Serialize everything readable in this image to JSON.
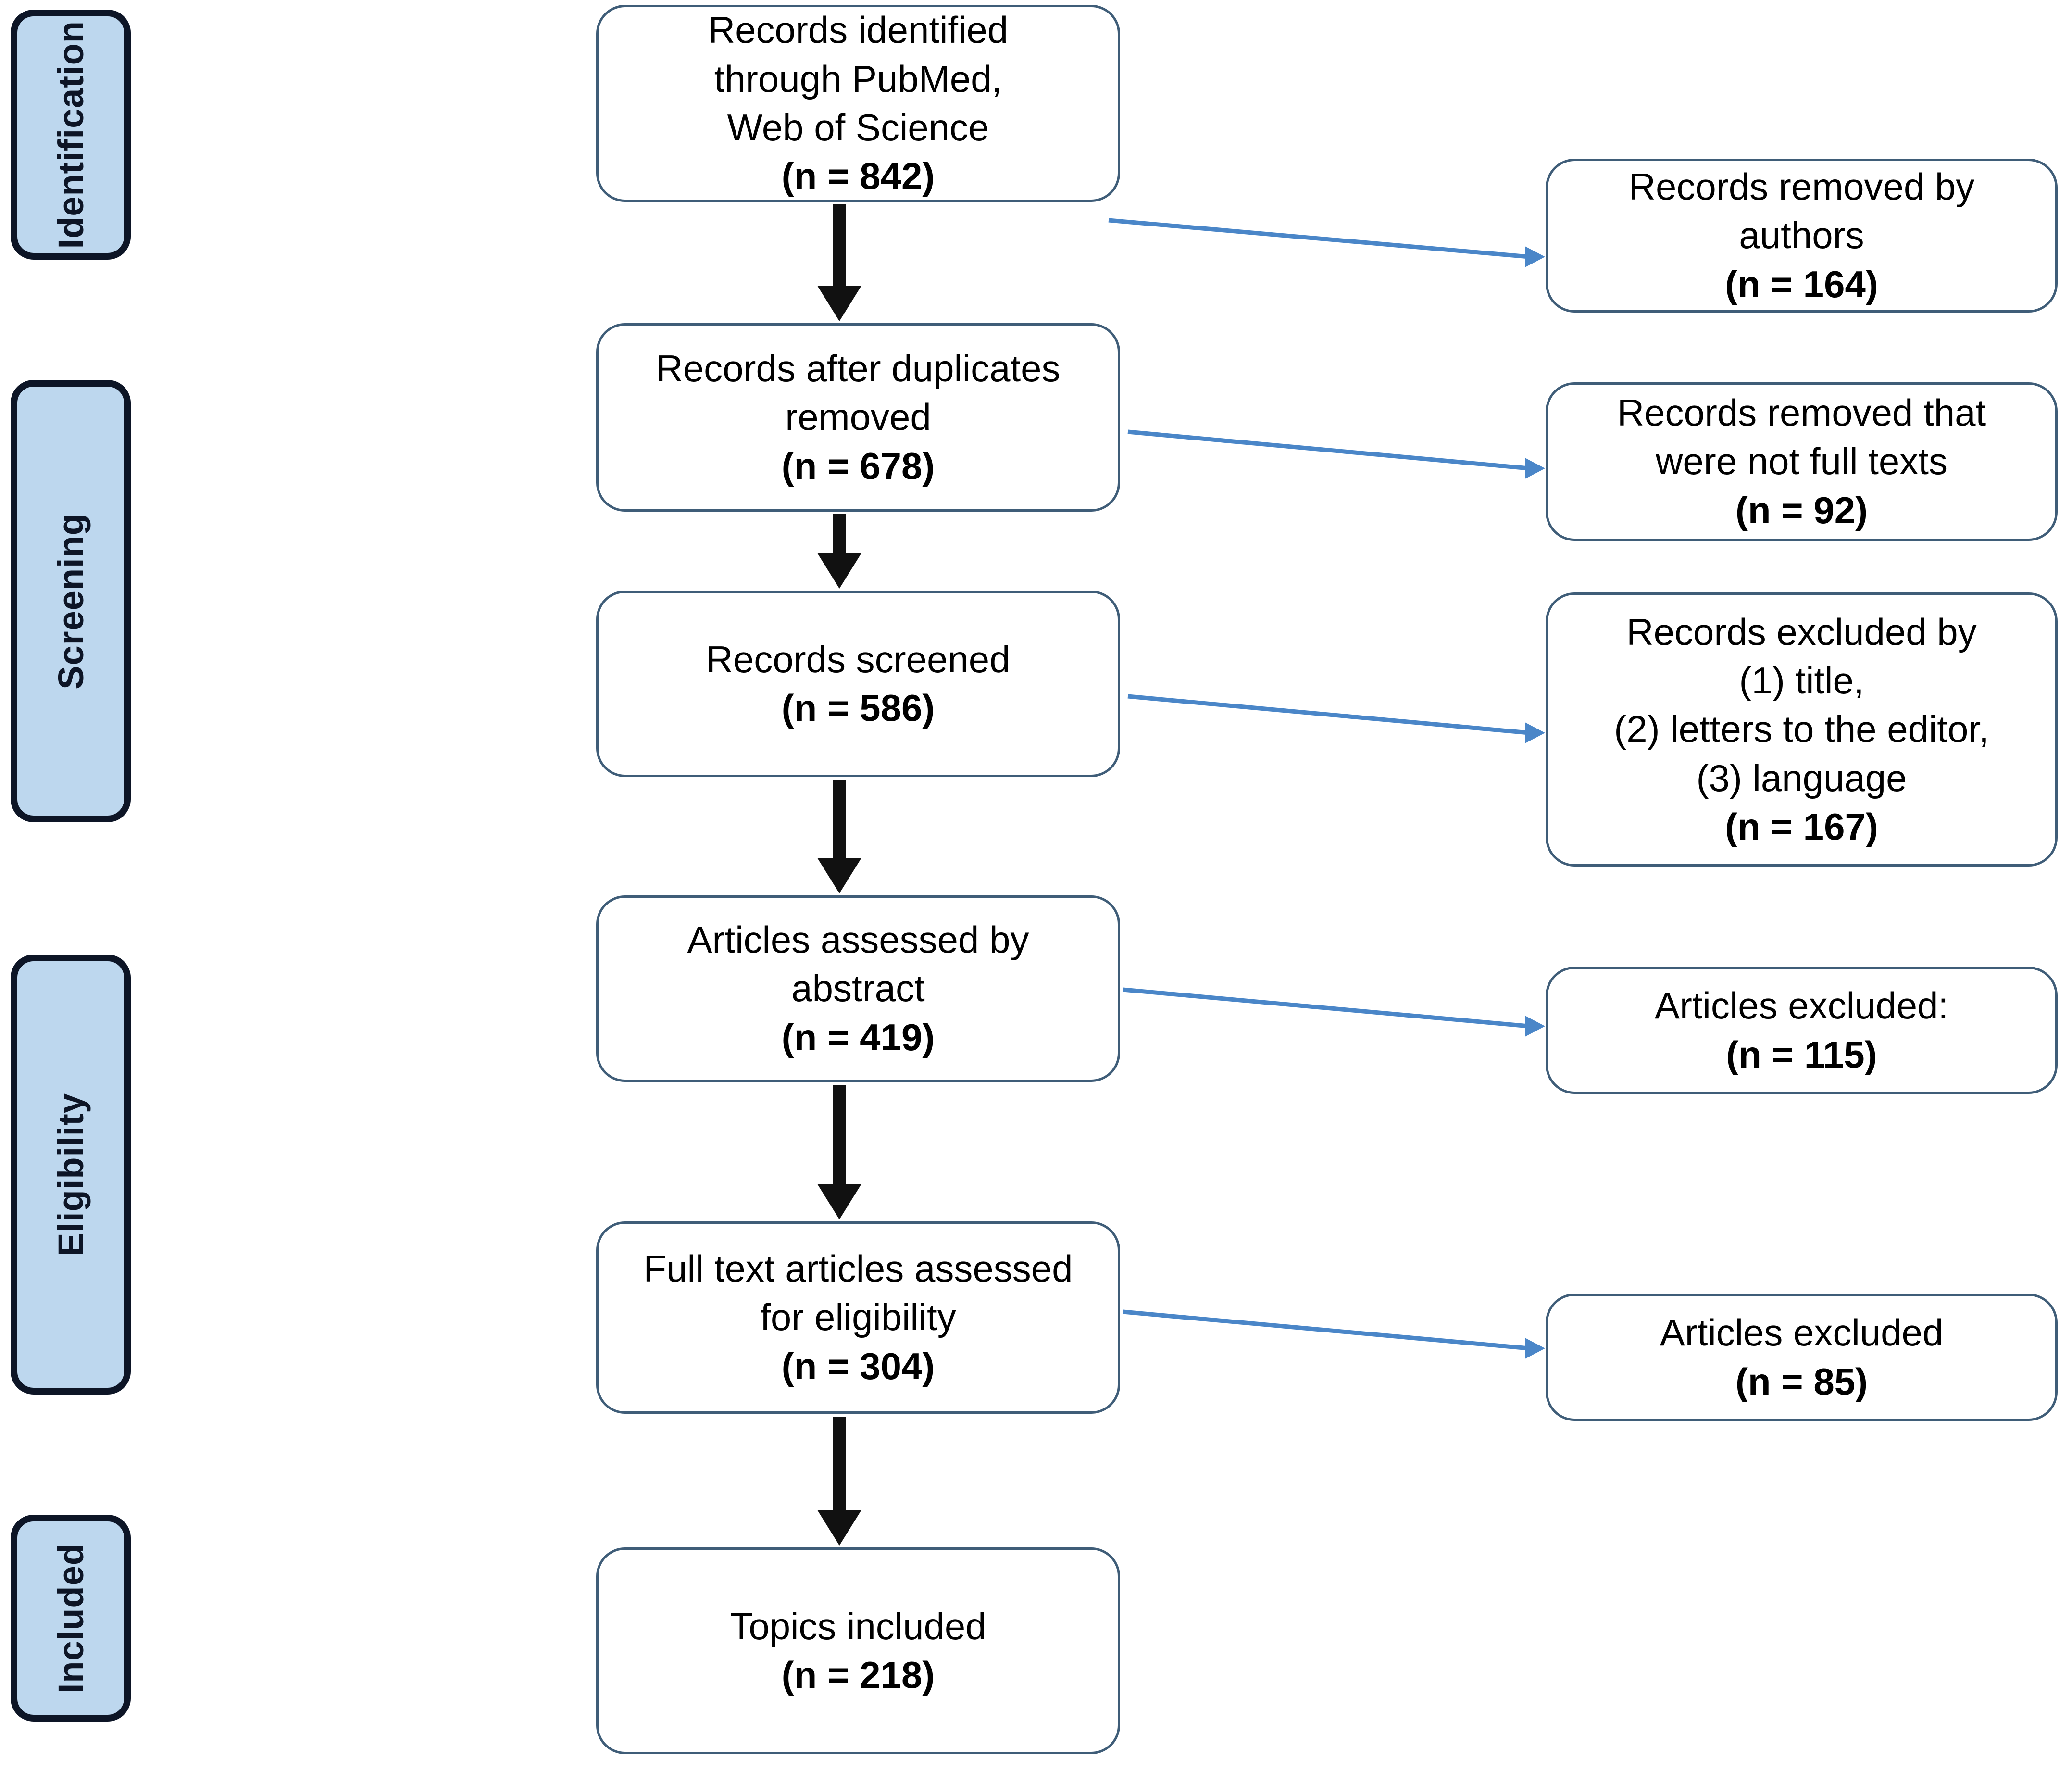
{
  "diagram": {
    "type": "prisma-flow-diagram",
    "title": "PRISMA study selection flow diagram"
  },
  "colors": {
    "stage_fill": "#bdd7ee",
    "stage_border": "#0d1526",
    "node_border": "#3f5d78",
    "node_fill": "#ffffff",
    "vertical_arrow": "#111111",
    "diagonal_arrow": "#4a86c8",
    "background": "#ffffff"
  },
  "stages": [
    {
      "id": "identification",
      "label": "Identification"
    },
    {
      "id": "screening",
      "label": "Screening"
    },
    {
      "id": "eligibility",
      "label": "Eligibility"
    },
    {
      "id": "included",
      "label": "Included"
    }
  ],
  "flow_nodes": [
    {
      "id": "records-identified",
      "lines": [
        "Records identified",
        "through PubMed,",
        "Web of Science"
      ],
      "count": "(n = 842)"
    },
    {
      "id": "records-after-duplicates",
      "lines": [
        "Records after duplicates",
        "removed"
      ],
      "count": "(n = 678)"
    },
    {
      "id": "records-screened",
      "lines": [
        "Records screened"
      ],
      "count": "(n = 586)"
    },
    {
      "id": "articles-assessed-abstract",
      "lines": [
        "Articles assessed by",
        "abstract"
      ],
      "count": "(n = 419)"
    },
    {
      "id": "full-text-assessed",
      "lines": [
        "Full text articles assessed",
        "for eligibility"
      ],
      "count": "(n = 304)"
    },
    {
      "id": "topics-included",
      "lines": [
        "Topics included"
      ],
      "count": "(n = 218)"
    }
  ],
  "exclusion_nodes": [
    {
      "id": "records-removed-authors",
      "lines": [
        "Records removed by",
        "authors"
      ],
      "count": "(n = 164)"
    },
    {
      "id": "records-removed-not-full-text",
      "lines": [
        "Records removed that",
        "were not full texts"
      ],
      "count": "(n = 92)"
    },
    {
      "id": "records-excluded-criteria",
      "lines": [
        "Records excluded by",
        "(1) title,",
        "(2) letters to the editor,",
        "(3) language"
      ],
      "count": "(n = 167)"
    },
    {
      "id": "articles-excluded-abstract",
      "lines": [
        "Articles excluded:"
      ],
      "count": "(n = 115)"
    },
    {
      "id": "articles-excluded-fulltext",
      "lines": [
        "Articles excluded"
      ],
      "count": "(n = 85)"
    }
  ]
}
